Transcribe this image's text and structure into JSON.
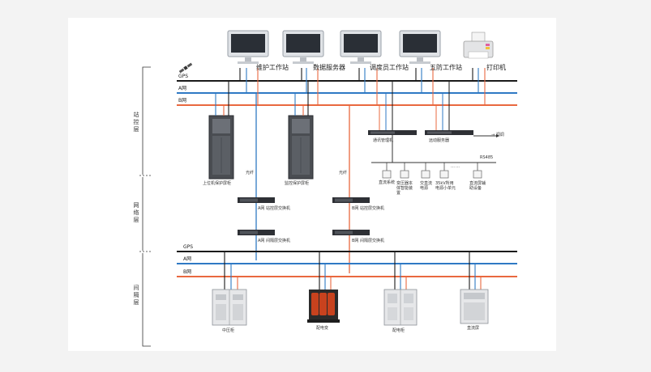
{
  "colors": {
    "gps_bus": "#1a1a1a",
    "a_net": "#2f79c4",
    "b_net": "#e9683f",
    "page_bg": "#f3f3f3",
    "panel_bg": "#ffffff"
  },
  "top": {
    "workstations": [
      "维护工作站",
      "数据服务器",
      "调度员工作站",
      "五防工作站",
      "打印机"
    ]
  },
  "station_layer": {
    "buses": {
      "gps": "GPS",
      "a": "A网",
      "b": "B网"
    },
    "cabinets": [
      "上位机保护屏柜",
      "监控保护屏柜"
    ],
    "comm_manager": "通讯管理机",
    "remote_server": "远动服务器",
    "dispatch": "→ 调调",
    "rs485": "RS485",
    "devices": [
      "直流系统",
      "变压器本体智能装置",
      "交直流电源",
      "35kV所用电源小单元",
      "直流屏辅助设备"
    ],
    "dots": "……"
  },
  "network_layer": {
    "cable_labels": {
      "left": "光纤",
      "right": "光纤"
    },
    "switches": [
      "A网 站控层交换机",
      "B网 站控层交换机",
      "A网 间隔层交换机",
      "B网 间隔层交换机"
    ]
  },
  "bay_layer": {
    "buses": {
      "gps": "GPS",
      "a": "A网",
      "b": "B网"
    },
    "equipment": [
      "中压柜",
      "配电变",
      "配电柜",
      "直流屏"
    ]
  },
  "layers": [
    "站控层",
    "网络层",
    "间隔层"
  ]
}
